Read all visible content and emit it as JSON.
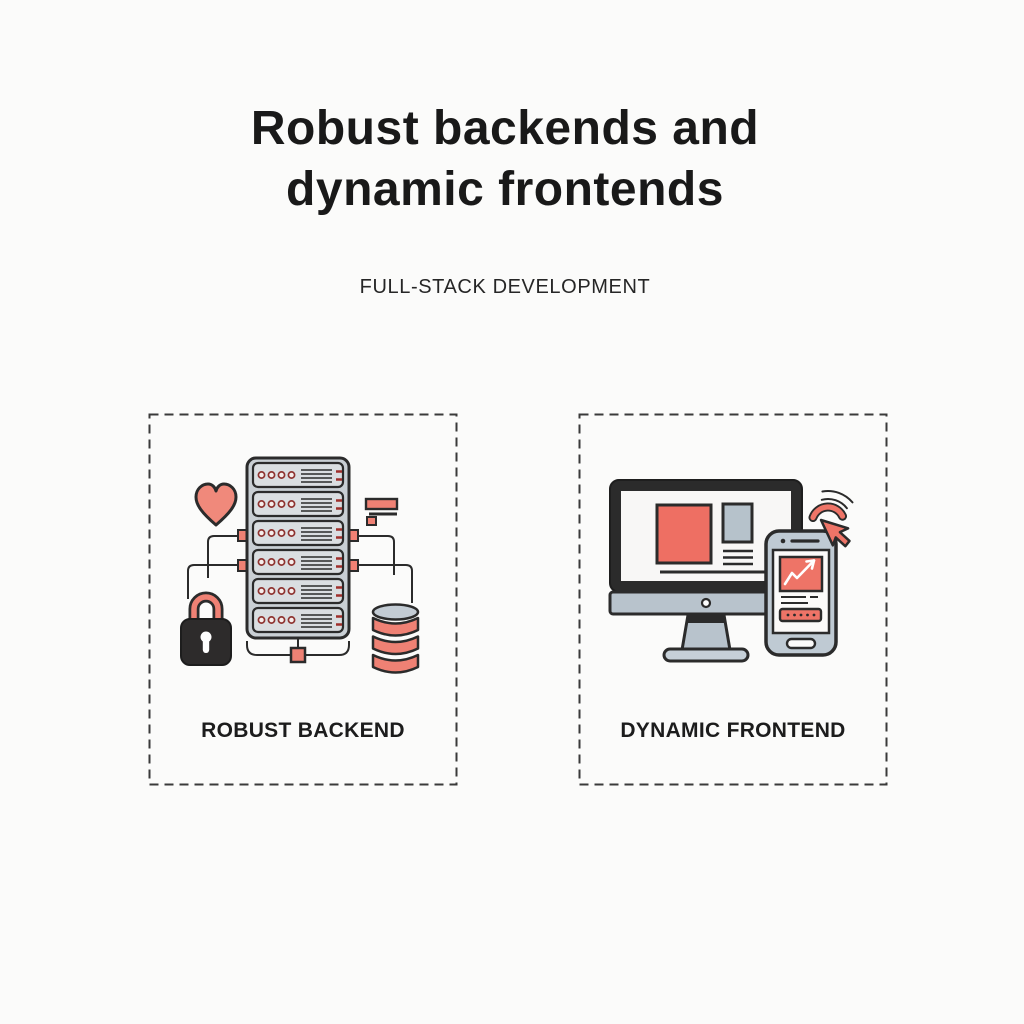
{
  "page": {
    "background": "#fbfbfa"
  },
  "header": {
    "title_line1": "Robust backends and",
    "title_line2": "dynamic frontends",
    "subtitle": "FULL-STACK DEVELOPMENT"
  },
  "cards": [
    {
      "label": "ROBUST BACKEND",
      "illustration": "server-rack scene",
      "icons": [
        "heart-icon",
        "server-rack-icon",
        "network-link-icon",
        "network-node-icon",
        "list-item-icon",
        "lock-icon",
        "database-icon"
      ]
    },
    {
      "label": "DYNAMIC FRONTEND",
      "illustration": "monitor and smartphone scene",
      "icons": [
        "monitor-icon",
        "browser-content-icon",
        "smartphone-icon",
        "chart-icon",
        "signal-arcs-icon",
        "cursor-icon"
      ]
    }
  ],
  "colors": {
    "accent_red": "#ee7467",
    "accent_red_light": "#f0897b",
    "outline_dark": "#2b2b2b",
    "panel_gray": "#c9cfd4",
    "blue_gray": "#b8c3cc",
    "lock_black": "#2d2b2b",
    "screen_white": "#f8f7f6",
    "border_dash": "#3a3a3a"
  }
}
